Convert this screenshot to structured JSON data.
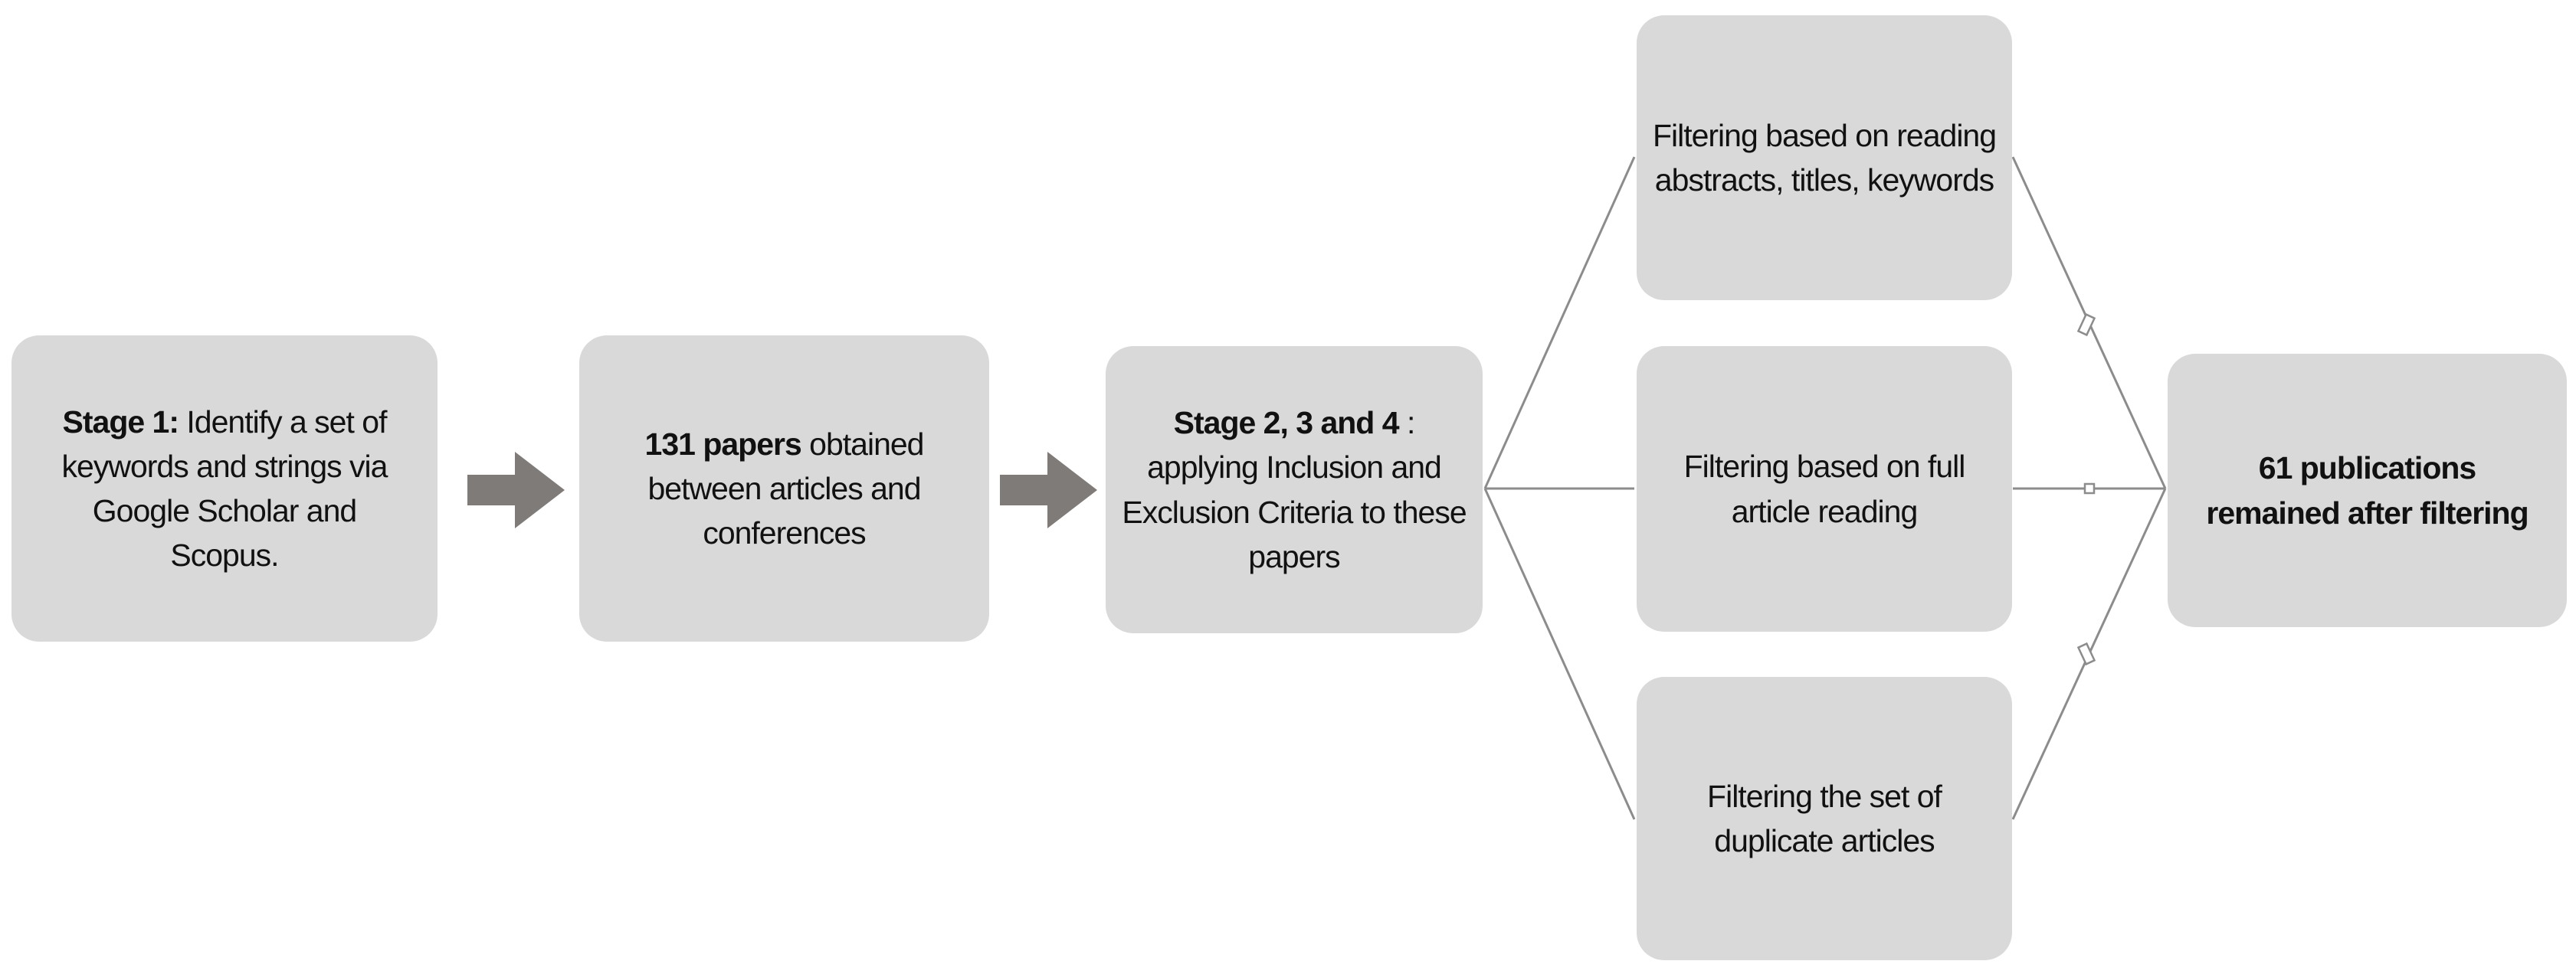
{
  "nodes": {
    "stage1": {
      "line1_bold": "Stage 1:",
      "line1_rest": " Identify a set of",
      "line2": "keywords and strings via",
      "line3": "Google Scholar and",
      "line4": "Scopus."
    },
    "papers": {
      "line1_bold": "131 papers",
      "line1_rest": " obtained",
      "line2": "between articles and",
      "line3": "conferences"
    },
    "stage234": {
      "line1_bold": "Stage 2, 3 and 4",
      "line1_rest": " :",
      "line2": "applying Inclusion and",
      "line3": "Exclusion Criteria to these",
      "line4": "papers"
    },
    "filter_abstracts": {
      "line1": "Filtering based on reading",
      "line2": "abstracts, titles, keywords"
    },
    "filter_full": {
      "line1": "Filtering based on full",
      "line2": "article reading"
    },
    "filter_duplicates": {
      "line1": "Filtering the set of",
      "line2": "duplicate articles"
    },
    "result": {
      "line1": "61 publications",
      "line2": "remained after filtering"
    }
  },
  "colors": {
    "node_fill": "#d9d9d9",
    "arrow_fill": "#7f7b78",
    "connector_stroke": "#8c8c8c",
    "text": "#111111"
  }
}
